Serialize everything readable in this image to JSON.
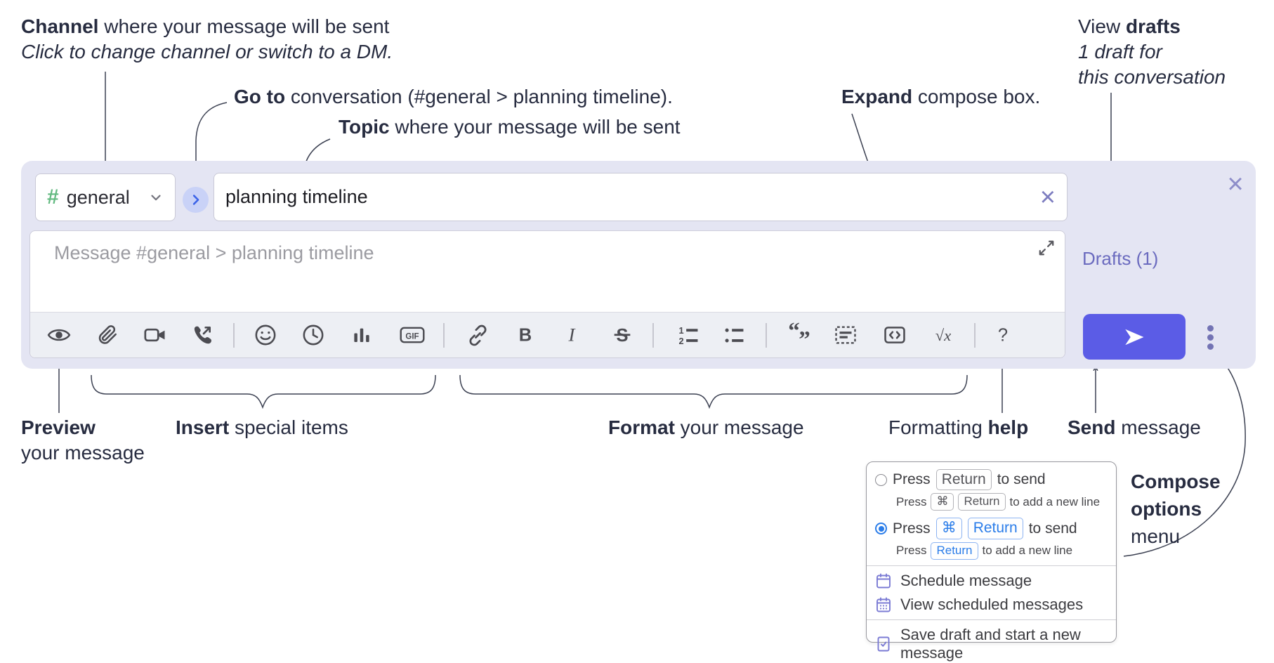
{
  "colors": {
    "accent_send": "#5b5ce6",
    "drafts_link": "#6b6bbf",
    "channel_hash_green": "#63ba81",
    "goto_circle_bg": "#c9d2f7",
    "goto_chevron_blue": "#3b63e8",
    "radio_selected_blue": "#2b7de9",
    "popup_icon_purple": "#7b7bd4",
    "compose_bg": "#e4e5f3"
  },
  "annotations": {
    "channel": {
      "bold": "Channel",
      "rest": " where your message will be sent",
      "sub": "Click to change channel or switch to a DM."
    },
    "goto": {
      "bold": "Go to",
      "rest": " conversation (#general > planning timeline)."
    },
    "topic": {
      "bold": "Topic",
      "rest": " where your message will be sent"
    },
    "expand": {
      "bold": "Expand",
      "rest": " compose box."
    },
    "drafts": {
      "pre": "View ",
      "bold": "drafts",
      "line2": "1 draft for",
      "line3": "this conversation"
    },
    "preview": {
      "bold": "Preview",
      "line2": "your message"
    },
    "insert": {
      "bold": "Insert",
      "rest": " special items"
    },
    "format": {
      "bold": "Format",
      "rest": " your message"
    },
    "formatting_help": {
      "pre": "Formatting ",
      "bold": "help"
    },
    "send": {
      "bold": "Send",
      "rest": " message"
    },
    "compose_options": {
      "line1": "Compose",
      "line2": "options",
      "line3": "menu"
    }
  },
  "compose": {
    "channel_hash": "#",
    "channel_name": "general",
    "topic_value": "planning timeline",
    "message_placeholder": "Message #general > planning timeline",
    "drafts_label": "Drafts (1)",
    "clear_topic_glyph": "×",
    "close_glyph": "×"
  },
  "icon_text": {
    "gif": "GIF",
    "math": "√x",
    "help": "?",
    "bold": "B",
    "italic": "I",
    "strike": "S",
    "one": "1",
    "two": "2",
    "openquote": "“",
    "closequote": "”"
  },
  "toolbar": [
    {
      "name": "preview",
      "icon": "eye"
    },
    {
      "name": "attach-file",
      "icon": "paperclip"
    },
    {
      "name": "add-video-call",
      "icon": "video-camera"
    },
    {
      "name": "add-voice-call",
      "icon": "phone-call"
    },
    {
      "divider": true
    },
    {
      "name": "add-emoji",
      "icon": "smiley"
    },
    {
      "name": "add-global-time",
      "icon": "clock"
    },
    {
      "name": "add-poll",
      "icon": "bar-chart"
    },
    {
      "name": "add-gif",
      "icon": "gif"
    },
    {
      "divider": true
    },
    {
      "name": "insert-link",
      "icon": "link"
    },
    {
      "name": "bold",
      "icon": "bold"
    },
    {
      "name": "italic",
      "icon": "italic"
    },
    {
      "name": "strikethrough",
      "icon": "strikethrough"
    },
    {
      "divider": true
    },
    {
      "name": "numbered-list",
      "icon": "numbered-list"
    },
    {
      "name": "bulleted-list",
      "icon": "bulleted-list"
    },
    {
      "divider": true
    },
    {
      "name": "quote",
      "icon": "quote"
    },
    {
      "name": "spoiler",
      "icon": "spoiler"
    },
    {
      "name": "code",
      "icon": "code"
    },
    {
      "name": "math",
      "icon": "math"
    },
    {
      "divider": true
    },
    {
      "name": "formatting-help",
      "icon": "question"
    }
  ],
  "popup": {
    "options": [
      {
        "selected": false,
        "main": [
          {
            "t": "Press"
          },
          {
            "k": "Return"
          },
          {
            "t": "to send"
          }
        ],
        "sub": [
          {
            "t": "Press"
          },
          {
            "k": "⌘"
          },
          {
            "k": "Return"
          },
          {
            "t": "to add a new line"
          }
        ]
      },
      {
        "selected": true,
        "main": [
          {
            "t": "Press"
          },
          {
            "k": "⌘",
            "b": 1
          },
          {
            "k": "Return",
            "b": 1
          },
          {
            "t": "to send"
          }
        ],
        "sub": [
          {
            "t": "Press"
          },
          {
            "k": "Return",
            "b": 1
          },
          {
            "t": "to add a new line"
          }
        ]
      }
    ],
    "items": [
      {
        "icon": "calendar",
        "label": "Schedule message"
      },
      {
        "icon": "calendar-dots",
        "label": "View scheduled messages"
      },
      {
        "icon": "save-draft",
        "label": "Save draft and start a new message",
        "sep": true
      }
    ]
  }
}
